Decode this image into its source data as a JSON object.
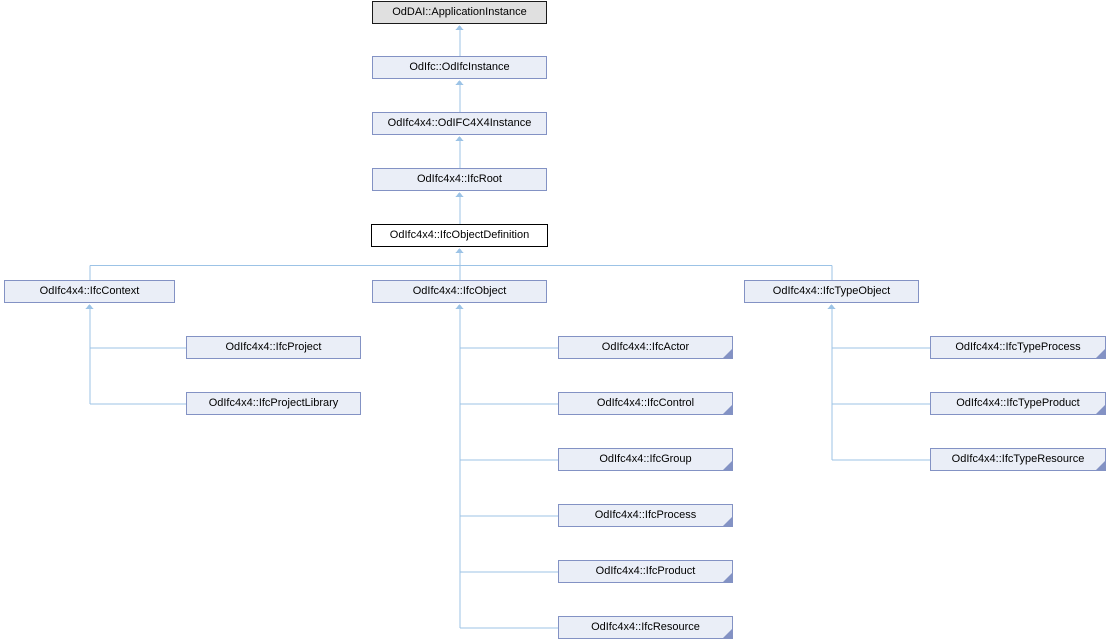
{
  "diagram": {
    "kind": "class-inheritance-graph",
    "colors": {
      "background": "#ffffff",
      "edge": "#9cc3e6",
      "node_fill": "#eaeef7",
      "node_border": "#8392c4",
      "external_fill": "#e0e0e0",
      "external_border": "#1a1a1a",
      "current_fill": "#ffffff",
      "current_border": "#000000",
      "text": "#000000"
    },
    "nodes": [
      {
        "id": "oddai-applicationinstance",
        "label": "OdDAI::ApplicationInstance",
        "variant": "external",
        "fold": false
      },
      {
        "id": "odifc-odifcinstance",
        "label": "OdIfc::OdIfcInstance",
        "variant": "default",
        "fold": false
      },
      {
        "id": "odifc4x4-odifc4x4instance",
        "label": "OdIfc4x4::OdIFC4X4Instance",
        "variant": "default",
        "fold": false
      },
      {
        "id": "odifc4x4-ifcroot",
        "label": "OdIfc4x4::IfcRoot",
        "variant": "default",
        "fold": false
      },
      {
        "id": "odifc4x4-ifcobjectdefinition",
        "label": "OdIfc4x4::IfcObjectDefinition",
        "variant": "current",
        "fold": false
      },
      {
        "id": "odifc4x4-ifccontext",
        "label": "OdIfc4x4::IfcContext",
        "variant": "default",
        "fold": false
      },
      {
        "id": "odifc4x4-ifcobject",
        "label": "OdIfc4x4::IfcObject",
        "variant": "default",
        "fold": false
      },
      {
        "id": "odifc4x4-ifctypeobject",
        "label": "OdIfc4x4::IfcTypeObject",
        "variant": "default",
        "fold": false
      },
      {
        "id": "odifc4x4-ifcproject",
        "label": "OdIfc4x4::IfcProject",
        "variant": "default",
        "fold": false
      },
      {
        "id": "odifc4x4-ifcprojectlibrary",
        "label": "OdIfc4x4::IfcProjectLibrary",
        "variant": "default",
        "fold": false
      },
      {
        "id": "odifc4x4-ifcactor",
        "label": "OdIfc4x4::IfcActor",
        "variant": "default",
        "fold": true
      },
      {
        "id": "odifc4x4-ifccontrol",
        "label": "OdIfc4x4::IfcControl",
        "variant": "default",
        "fold": true
      },
      {
        "id": "odifc4x4-ifcgroup",
        "label": "OdIfc4x4::IfcGroup",
        "variant": "default",
        "fold": true
      },
      {
        "id": "odifc4x4-ifcprocess",
        "label": "OdIfc4x4::IfcProcess",
        "variant": "default",
        "fold": true
      },
      {
        "id": "odifc4x4-ifcproduct",
        "label": "OdIfc4x4::IfcProduct",
        "variant": "default",
        "fold": true
      },
      {
        "id": "odifc4x4-ifcresource",
        "label": "OdIfc4x4::IfcResource",
        "variant": "default",
        "fold": true
      },
      {
        "id": "odifc4x4-ifctypeprocess",
        "label": "OdIfc4x4::IfcTypeProcess",
        "variant": "default",
        "fold": true
      },
      {
        "id": "odifc4x4-ifctypeproduct",
        "label": "OdIfc4x4::IfcTypeProduct",
        "variant": "default",
        "fold": true
      },
      {
        "id": "odifc4x4-ifctyperesource",
        "label": "OdIfc4x4::IfcTypeResource",
        "variant": "default",
        "fold": true
      }
    ],
    "edges": [
      {
        "from": "odifc-odifcinstance",
        "to": "oddai-applicationinstance"
      },
      {
        "from": "odifc4x4-odifc4x4instance",
        "to": "odifc-odifcinstance"
      },
      {
        "from": "odifc4x4-ifcroot",
        "to": "odifc4x4-odifc4x4instance"
      },
      {
        "from": "odifc4x4-ifcobjectdefinition",
        "to": "odifc4x4-ifcroot"
      },
      {
        "from": "odifc4x4-ifccontext",
        "to": "odifc4x4-ifcobjectdefinition"
      },
      {
        "from": "odifc4x4-ifcobject",
        "to": "odifc4x4-ifcobjectdefinition"
      },
      {
        "from": "odifc4x4-ifctypeobject",
        "to": "odifc4x4-ifcobjectdefinition"
      },
      {
        "from": "odifc4x4-ifcproject",
        "to": "odifc4x4-ifccontext"
      },
      {
        "from": "odifc4x4-ifcprojectlibrary",
        "to": "odifc4x4-ifccontext"
      },
      {
        "from": "odifc4x4-ifcactor",
        "to": "odifc4x4-ifcobject"
      },
      {
        "from": "odifc4x4-ifccontrol",
        "to": "odifc4x4-ifcobject"
      },
      {
        "from": "odifc4x4-ifcgroup",
        "to": "odifc4x4-ifcobject"
      },
      {
        "from": "odifc4x4-ifcprocess",
        "to": "odifc4x4-ifcobject"
      },
      {
        "from": "odifc4x4-ifcproduct",
        "to": "odifc4x4-ifcobject"
      },
      {
        "from": "odifc4x4-ifcresource",
        "to": "odifc4x4-ifcobject"
      },
      {
        "from": "odifc4x4-ifctypeprocess",
        "to": "odifc4x4-ifctypeobject"
      },
      {
        "from": "odifc4x4-ifctypeproduct",
        "to": "odifc4x4-ifctypeobject"
      },
      {
        "from": "odifc4x4-ifctyperesource",
        "to": "odifc4x4-ifctypeobject"
      }
    ]
  }
}
